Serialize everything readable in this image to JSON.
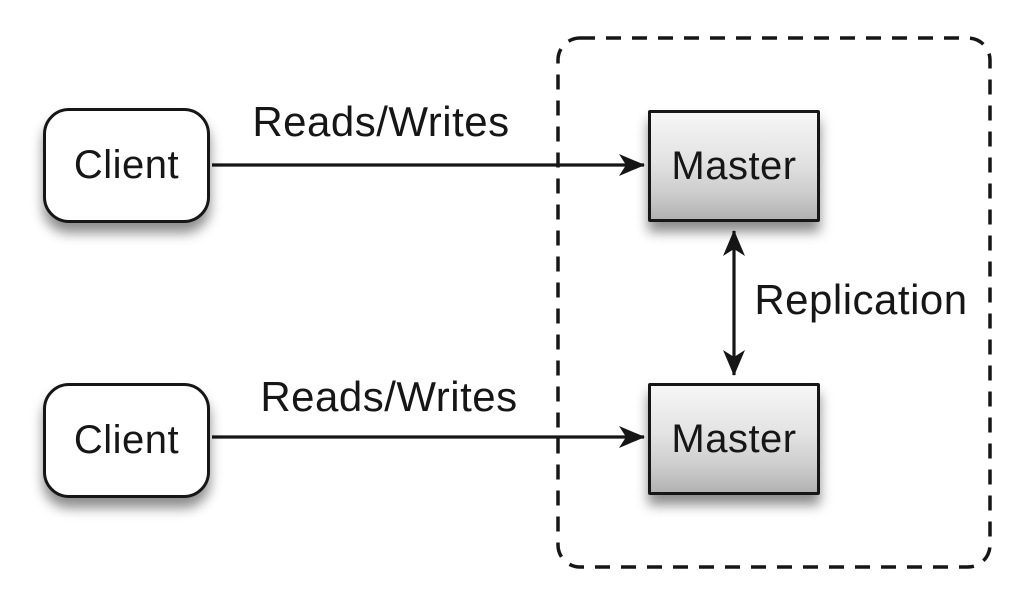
{
  "diagram": {
    "nodes": {
      "client1": {
        "label": "Client"
      },
      "client2": {
        "label": "Client"
      },
      "master1": {
        "label": "Master"
      },
      "master2": {
        "label": "Master"
      }
    },
    "edges": {
      "reads_writes_top": {
        "label": "Reads/Writes",
        "from": "client1",
        "to": "master1",
        "type": "arrow"
      },
      "reads_writes_bottom": {
        "label": "Reads/Writes",
        "from": "client2",
        "to": "master2",
        "type": "arrow"
      },
      "replication": {
        "label": "Replication",
        "from": "master1",
        "to": "master2",
        "type": "double-arrow"
      }
    },
    "group": {
      "style": "dashed-rounded-rectangle",
      "contains": [
        "master1",
        "master2"
      ]
    }
  },
  "colors": {
    "background": "#ffffff",
    "stroke": "#161616",
    "client_fill": "#ffffff",
    "master_gradient_top": "#f6f6f6",
    "master_gradient_bottom": "#b2b2b2"
  }
}
